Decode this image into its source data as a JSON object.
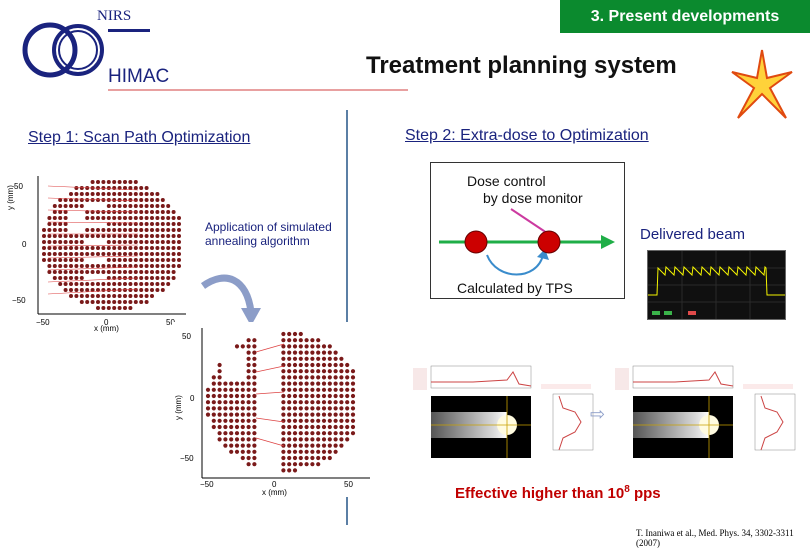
{
  "header": {
    "org": "NIRS",
    "facility": "HIMAC",
    "section_badge": "3. Present developments",
    "title": "Treatment planning system"
  },
  "step1": {
    "heading": "Step 1: Scan Path Optimization",
    "note_line1": "Application of simulated",
    "note_line2": "annealing algorithm",
    "plot_a": {
      "xlabel": "x (mm)",
      "ylabel": "y (mm)",
      "xticks": [
        "−50",
        "0",
        "50"
      ],
      "yticks": [
        "50",
        "0",
        "−50"
      ]
    },
    "plot_b": {
      "xlabel": "x (mm)",
      "ylabel": "y (mm)",
      "xticks": [
        "−50",
        "0",
        "50"
      ],
      "yticks": [
        "50",
        "0",
        "−50"
      ]
    }
  },
  "step2": {
    "heading": "Step 2: Extra-dose to Optimization",
    "diagram": {
      "top_line1": "Dose control",
      "top_line2": "by dose monitor",
      "bottom": "Calculated by TPS"
    },
    "delivered_label": "Delivered beam",
    "effective_prefix": "Effective higher than 10",
    "effective_exp": "8",
    "effective_suffix": " pps"
  },
  "citation": "T. Inaniwa et al., Med. Phys. 34, 3302-3311 (2007)",
  "colors": {
    "navy": "#1a237e",
    "badge_green": "#0b8a2e",
    "spot_red": "#7a1a1a",
    "beam_green": "#1fae47",
    "beam_yellow": "#f5f500",
    "effective_red": "#c00000"
  }
}
